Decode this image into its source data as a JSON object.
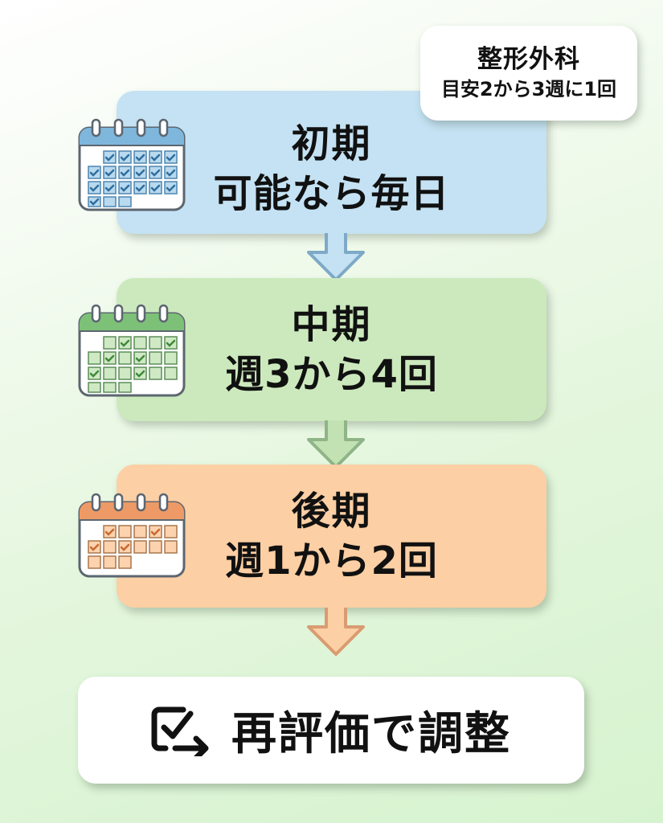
{
  "header_badge": {
    "title": "整形外科",
    "subtitle": "目安2から3週に1回"
  },
  "stages": [
    {
      "phase": "初期",
      "frequency": "可能なら毎日",
      "color": "#c4e2f3",
      "accent": "#6aa6cf",
      "icon": "calendar-all-checked-icon"
    },
    {
      "phase": "中期",
      "frequency": "週3から4回",
      "color": "#cce9bd",
      "accent": "#6db361",
      "icon": "calendar-some-checked-icon"
    },
    {
      "phase": "後期",
      "frequency": "週1から2回",
      "color": "#fccfa4",
      "accent": "#e98a56",
      "icon": "calendar-few-checked-icon"
    }
  ],
  "final_step": {
    "label": "再評価で調整",
    "icon": "checkbox-arrow-icon"
  }
}
